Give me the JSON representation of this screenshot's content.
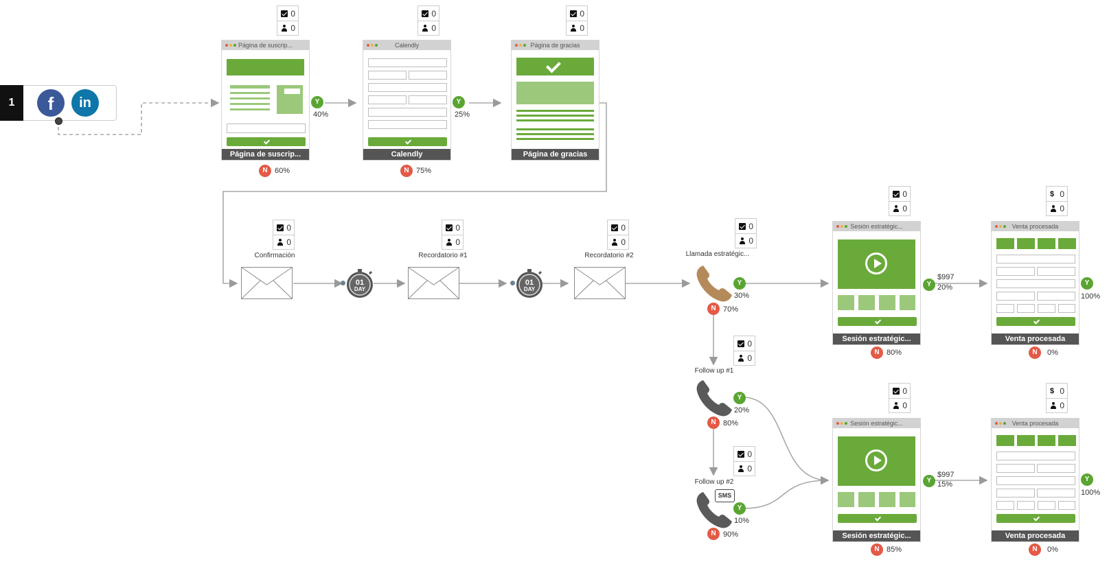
{
  "source": {
    "index": "1",
    "social": [
      "facebook-icon",
      "linkedin-icon"
    ]
  },
  "colors": {
    "green": "#6aaa3a",
    "yes": "#5aa532",
    "no": "#e35a47",
    "dark": "#555555",
    "phone_brown": "#b58a5a",
    "phone_gray": "#5a5a5a"
  },
  "badges": {
    "yes": "Y",
    "no": "N"
  },
  "pages": {
    "p1": {
      "bar": "Página de suscrip...",
      "foot": "Página de suscrip...",
      "stat_a": "0",
      "stat_b": "0",
      "yes": "40%",
      "no": "60%"
    },
    "p2": {
      "bar": "Calendly",
      "foot": "Calendly",
      "stat_a": "0",
      "stat_b": "0",
      "yes": "25%",
      "no": "75%"
    },
    "p3": {
      "bar": "Página de gracias",
      "foot": "Página de gracias",
      "stat_a": "0",
      "stat_b": "0"
    },
    "s1": {
      "bar": "Sesión estratégic...",
      "foot": "Sesión estratégic...",
      "stat_a": "0",
      "stat_b": "0",
      "price": "$997",
      "yes": "20%",
      "no": "80%"
    },
    "v1": {
      "bar": "Venta procesada",
      "foot": "Venta procesada",
      "stat_a": "0",
      "stat_b": "0",
      "yes": "100%",
      "no": "0%"
    },
    "s2": {
      "bar": "Sesión estratégic...",
      "foot": "Sesión estratégic...",
      "stat_a": "0",
      "stat_b": "0",
      "price": "$997",
      "yes": "15%",
      "no": "85%"
    },
    "v2": {
      "bar": "Venta procesada",
      "foot": "Venta procesada",
      "stat_a": "0",
      "stat_b": "0",
      "yes": "100%",
      "no": "0%"
    }
  },
  "steps": {
    "email1": {
      "label": "Confirmación",
      "stat_a": "0",
      "stat_b": "0"
    },
    "timer1": {
      "number": "01",
      "unit": "DAY"
    },
    "email2": {
      "label": "Recordatorio #1",
      "stat_a": "0",
      "stat_b": "0"
    },
    "timer2": {
      "number": "01",
      "unit": "DAY"
    },
    "email3": {
      "label": "Recordatorio #2",
      "stat_a": "0",
      "stat_b": "0"
    },
    "call1": {
      "label": "Llamada estratégic...",
      "stat_a": "0",
      "stat_b": "0",
      "yes": "30%",
      "no": "70%"
    },
    "call2": {
      "label": "Follow up #1",
      "stat_a": "0",
      "stat_b": "0",
      "yes": "20%",
      "no": "80%"
    },
    "call3": {
      "label": "Follow up #2",
      "stat_a": "0",
      "stat_b": "0",
      "yes": "10%",
      "no": "90%",
      "sms": "SMS"
    }
  }
}
